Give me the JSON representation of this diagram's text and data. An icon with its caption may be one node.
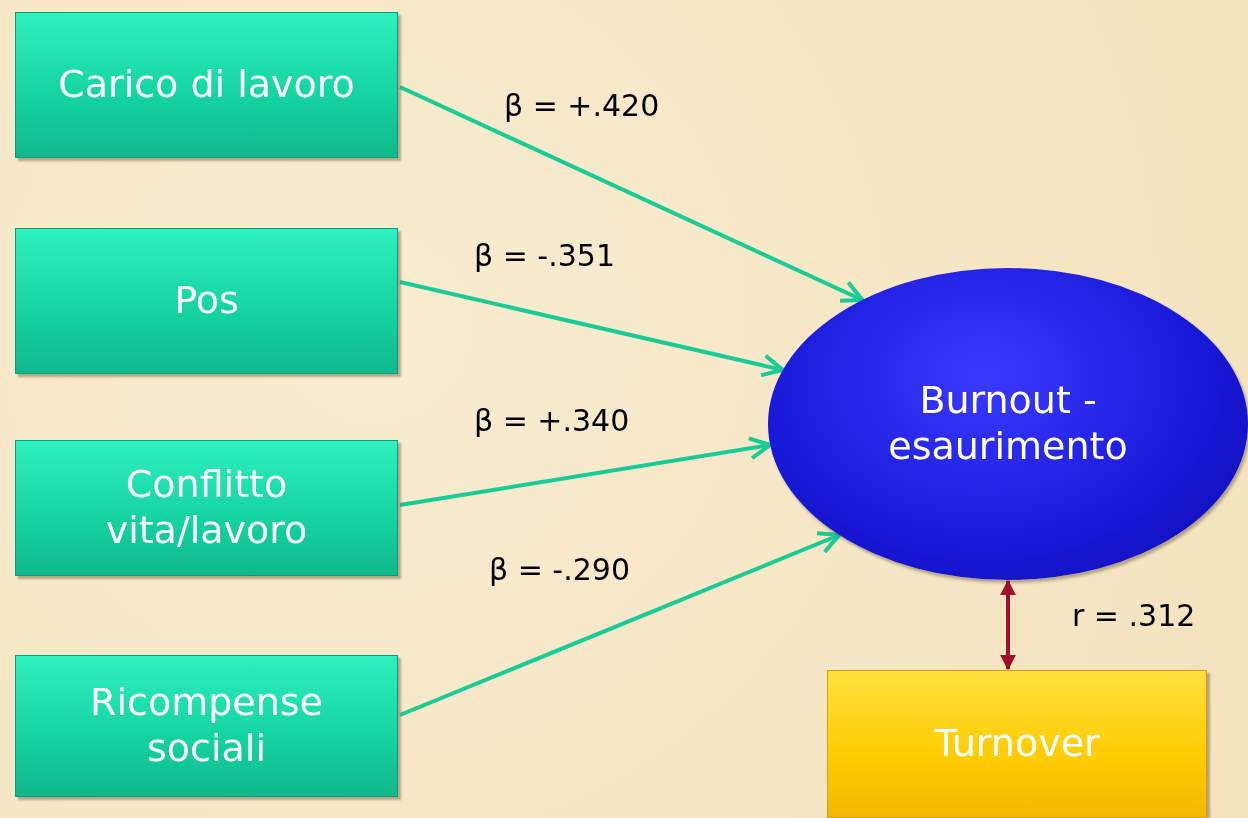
{
  "diagram": {
    "nodes": [
      {
        "text": [
          "Carico di lavoro"
        ]
      },
      {
        "text": [
          "Pos"
        ]
      },
      {
        "text": [
          "Conflitto vita/lavoro"
        ]
      },
      {
        "text": [
          "Ricompense sociali"
        ]
      },
      {
        "text": [
          "Burnout - esaurimento"
        ]
      },
      {
        "text": [
          "Turnover"
        ]
      }
    ],
    "edges": [
      {
        "from": 0,
        "to": 4,
        "arrow": "to",
        "label": "β = +.420"
      },
      {
        "from": 1,
        "to": 4,
        "arrow": "to",
        "label": "β = -.351"
      },
      {
        "from": 2,
        "to": 4,
        "arrow": "to",
        "label": "β = +.340"
      },
      {
        "from": 3,
        "to": 4,
        "arrow": "to",
        "label": "β = -.290"
      },
      {
        "from": 4,
        "to": 5,
        "arrow": "both",
        "label": "r = .312",
        "color": "#a0102a"
      }
    ]
  }
}
